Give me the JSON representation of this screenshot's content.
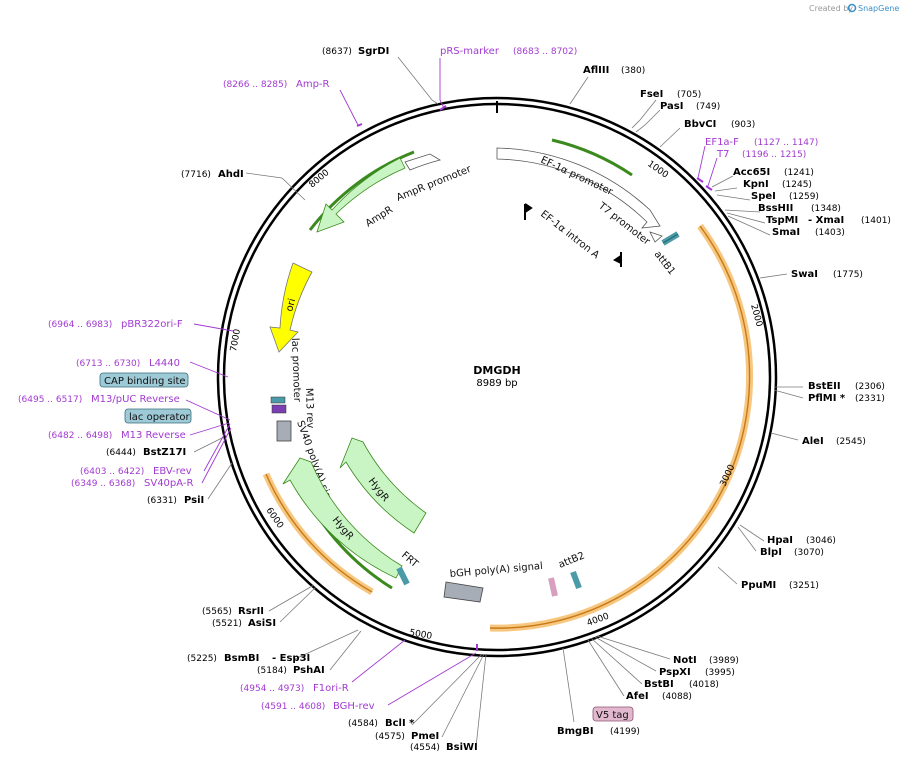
{
  "header": {
    "created_by": "Created by",
    "brand": "SnapGene"
  },
  "plasmid": {
    "name": "DMGDH",
    "length_label": "8989 bp"
  },
  "ticks": [
    "1000",
    "2000",
    "3000",
    "4000",
    "5000",
    "6000",
    "7000",
    "8000"
  ],
  "sites": {
    "sgrdi": {
      "name": "SgrDI",
      "pos": "(8637)"
    },
    "aflii": {
      "name": "AflIII",
      "pos": "(380)"
    },
    "fsei": {
      "name": "FseI",
      "pos": "(705)"
    },
    "pasi": {
      "name": "PasI",
      "pos": "(749)"
    },
    "bbvci": {
      "name": "BbvCI",
      "pos": "(903)"
    },
    "acc65i": {
      "name": "Acc65I",
      "pos": "(1241)"
    },
    "kpni": {
      "name": "KpnI",
      "pos": "(1245)"
    },
    "spei": {
      "name": "SpeI",
      "pos": "(1259)"
    },
    "bsshii": {
      "name": "BssHII",
      "pos": "(1348)"
    },
    "tspmi": {
      "name": "TspMI",
      "name2": "- XmaI",
      "pos": "(1401)"
    },
    "smai": {
      "name": "SmaI",
      "pos": "(1403)"
    },
    "swai": {
      "name": "SwaI",
      "pos": "(1775)"
    },
    "bsteii": {
      "name": "BstEII",
      "pos": "(2306)"
    },
    "pflmi": {
      "name": "PflMI *",
      "pos": "(2331)"
    },
    "alei": {
      "name": "AleI",
      "pos": "(2545)"
    },
    "hpai": {
      "name": "HpaI",
      "pos": "(3046)"
    },
    "blpi": {
      "name": "BlpI",
      "pos": "(3070)"
    },
    "ppumi": {
      "name": "PpuMI",
      "pos": "(3251)"
    },
    "noti": {
      "name": "NotI",
      "pos": "(3989)"
    },
    "pspxi": {
      "name": "PspXI",
      "pos": "(3995)"
    },
    "bstbi": {
      "name": "BstBI",
      "pos": "(4018)"
    },
    "afei": {
      "name": "AfeI",
      "pos": "(4088)"
    },
    "bmgbi": {
      "name": "BmgBI",
      "pos": "(4199)"
    },
    "bcli": {
      "name": "BclI *",
      "pos": "(4584)"
    },
    "pmei": {
      "name": "PmeI",
      "pos": "(4575)"
    },
    "bsiwi": {
      "name": "BsiWI",
      "pos": "(4554)"
    },
    "bsmbi": {
      "name": "BsmBI",
      "name2": "- Esp3I",
      "pos": "(5225)"
    },
    "pshai": {
      "name": "PshAI",
      "pos": "(5184)"
    },
    "rsrii": {
      "name": "RsrII",
      "pos": "(5565)"
    },
    "asisi": {
      "name": "AsiSI",
      "pos": "(5521)"
    },
    "psti": {
      "name": "PsiI",
      "pos": "(6331)"
    },
    "bstz17i": {
      "name": "BstZ17I",
      "pos": "(6444)"
    },
    "ahdi": {
      "name": "AhdI",
      "pos": "(7716)"
    }
  },
  "primers": {
    "prs": {
      "name": "pRS-marker",
      "pos": "(8683 .. 8702)"
    },
    "ampr": {
      "name": "Amp-R",
      "pos": "(8266 .. 8285)"
    },
    "ef1af": {
      "name": "EF1a-F",
      "pos": "(1127 .. 1147)"
    },
    "t7": {
      "name": "T7",
      "pos": "(1196 .. 1215)"
    },
    "pbr": {
      "name": "pBR322ori-F",
      "pos": "(6964 .. 6983)"
    },
    "l4440": {
      "name": "L4440",
      "pos": "(6713 .. 6730)"
    },
    "m13puc": {
      "name": "M13/pUC Reverse",
      "pos": "(6495 .. 6517)"
    },
    "m13r": {
      "name": "M13 Reverse",
      "pos": "(6482 .. 6498)"
    },
    "ebv": {
      "name": "EBV-rev",
      "pos": "(6403 .. 6422)"
    },
    "sv40pa": {
      "name": "SV40pA-R",
      "pos": "(6349 .. 6368)"
    },
    "f1ori": {
      "name": "F1ori-R",
      "pos": "(4954 .. 4973)"
    },
    "bgh": {
      "name": "BGH-rev",
      "pos": "(4591 .. 4608)"
    }
  },
  "boxes": {
    "cap": "CAP binding site",
    "lacop": "lac operator",
    "v5": "V5 tag"
  },
  "features": {
    "ef1a_promoter": "EF-1α promoter",
    "t7_promoter": "T7 promoter",
    "ef1a_intron": "EF-1α intron A",
    "attb1": "attB1",
    "ampr": "AmpR",
    "ampr_promoter": "AmpR promoter",
    "ori": "ori",
    "lac_promoter": "lac promoter",
    "m13_rev": "M13 rev",
    "sv40": "SV40 poly(A) signal",
    "hygr1": "HygR",
    "hygr2": "HygR",
    "frt": "FRT",
    "bgh": "bGH poly(A) signal",
    "attb2": "attB2"
  },
  "colors": {
    "primer": "#a23ad1",
    "promoter_fill": "#ffffff",
    "cds_fill": "#c9f5c4",
    "ori_fill": "#ffff00",
    "orange_highlight": "#f7c67f",
    "teal": "#4a9aa8",
    "box_fill": "#9ec9d6",
    "v5_fill": "#e2b8cf"
  }
}
